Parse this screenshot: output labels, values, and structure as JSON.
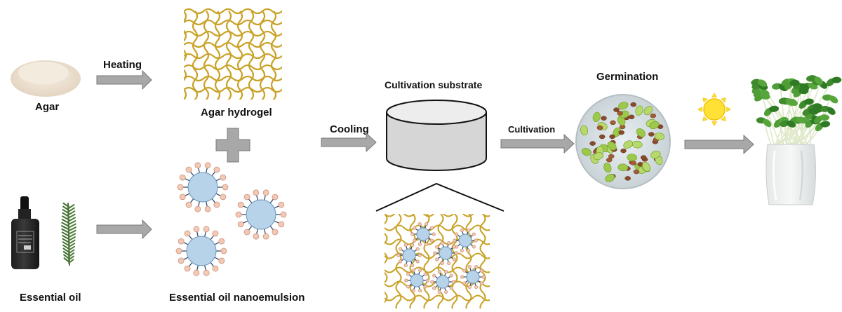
{
  "labels": {
    "agar": "Agar",
    "heating": "Heating",
    "agar_hydrogel": "Agar hydrogel",
    "essential_oil": "Essential oil",
    "essential_oil_nanoemulsion": "Essential oil nanoemulsion",
    "cooling": "Cooling",
    "cultivation_substrate": "Cultivation substrate",
    "cultivation": "Cultivation",
    "germination": "Germination"
  },
  "colors": {
    "arrow": "#a8a8a8",
    "fiber": "#c9a227",
    "droplet": "#b7d3ea",
    "droplet_head": "#f3c8b4",
    "cylinder": "#d6d6d6",
    "agar_powder": "#efe3d2",
    "sun": "#ffe135"
  }
}
